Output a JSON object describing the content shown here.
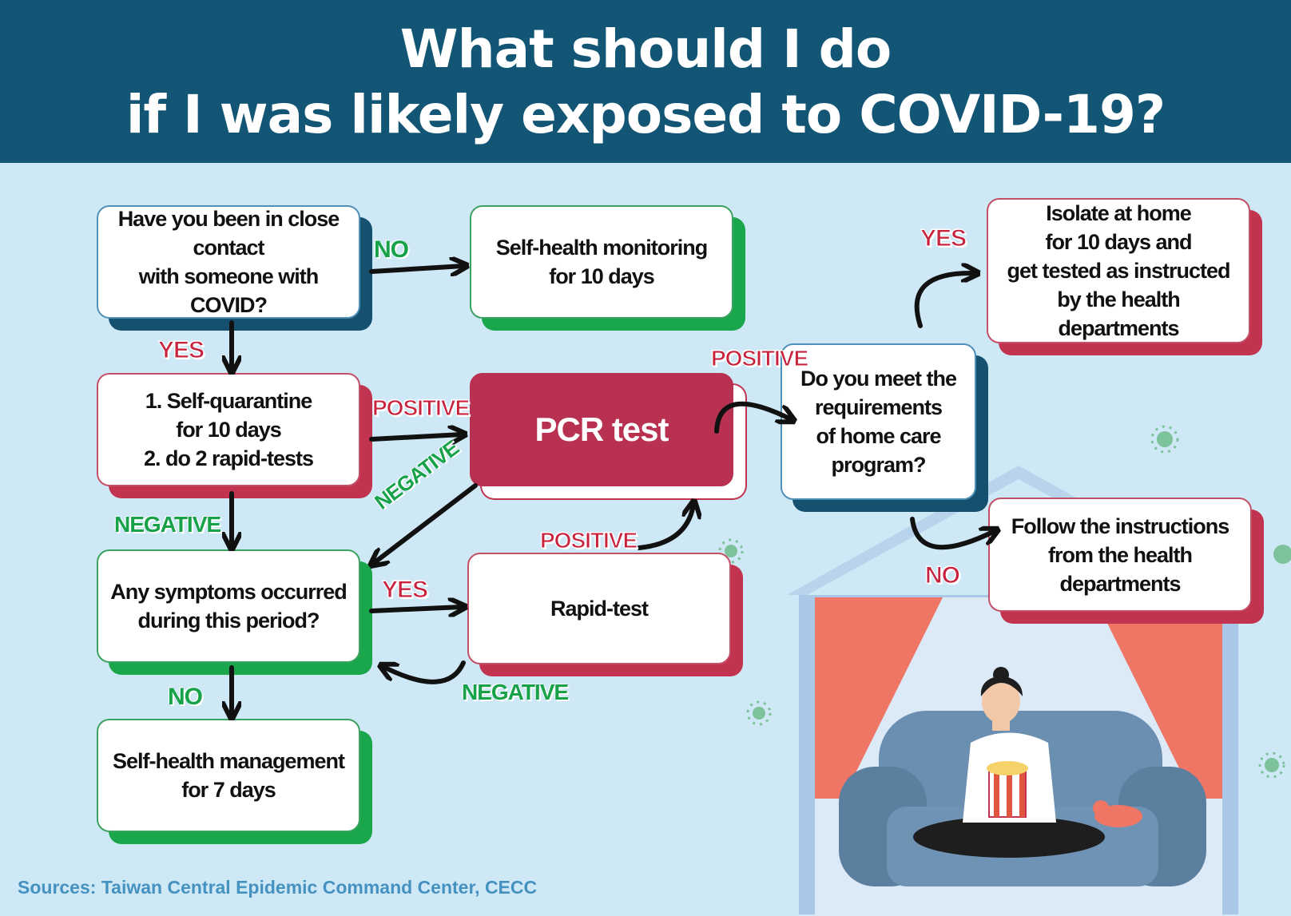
{
  "title": {
    "line1": "What should I do",
    "line2": "if I was likely exposed to COVID-19?"
  },
  "boxes": {
    "close_contact": "Have you been in close contact\nwith someone with COVID?",
    "self_monitoring": "Self-health monitoring\nfor 10 days",
    "self_quarantine": "1. Self-quarantine\nfor 10 days\n2. do 2 rapid-tests",
    "pcr_test": "PCR test",
    "symptoms": "Any symptoms occurred\nduring this period?",
    "rapid_test": "Rapid-test",
    "self_management": "Self-health management\nfor 7 days",
    "home_care": "Do you meet the\nrequirements\nof home care\nprogram?",
    "isolate": "Isolate at home\nfor 10 days and\nget tested as instructed\nby the health departments",
    "follow": "Follow the instructions\nfrom the health departments"
  },
  "labels": {
    "no_1": "NO",
    "yes_1": "YES",
    "positive_1": "POSITIVE",
    "negative_1": "NEGATIVE",
    "negative_2": "NEGATIVE",
    "yes_2": "YES",
    "positive_2": "POSITIVE",
    "negative_3": "NEGATIVE",
    "no_2": "NO",
    "positive_3": "POSITIVE",
    "yes_3": "YES",
    "no_3": "NO"
  },
  "source": "Sources: Taiwan Central Epidemic Command Center, CECC",
  "colors": {
    "header": "#135574",
    "background": "#cfe8f6",
    "red": "#c2334f",
    "green": "#1aa64b",
    "navy": "#15506e"
  }
}
